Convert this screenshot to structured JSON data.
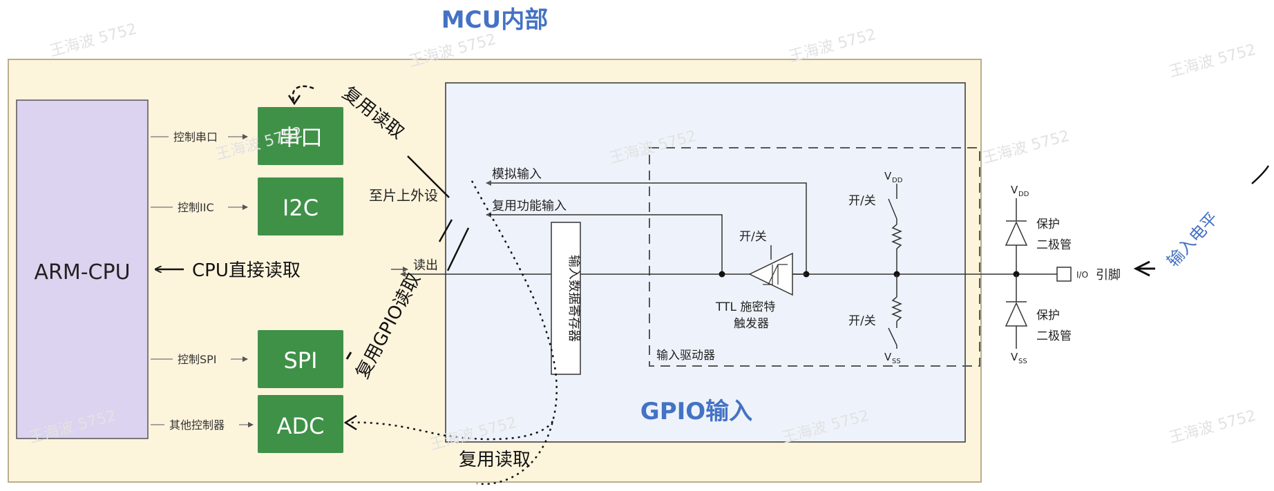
{
  "title": "MCU内部",
  "watermark": "王海波 5752",
  "cpu": {
    "label": "ARM-CPU"
  },
  "controls": [
    {
      "label": "控制串口"
    },
    {
      "label": "控制IIC"
    },
    {
      "label": "控制SPI"
    },
    {
      "label": "其他控制器"
    }
  ],
  "peripherals": [
    {
      "label": "串口"
    },
    {
      "label": "I2C"
    },
    {
      "label": "SPI"
    },
    {
      "label": "ADC"
    }
  ],
  "cpu_read": "CPU直接读取",
  "readout": "读出",
  "onchip": "至片上外设",
  "reuse_read": "复用读取",
  "reuse_gpio_read": "复用GPIO读取",
  "gpio": {
    "title": "GPIO输入",
    "analog_in": "模拟输入",
    "alt_func_in": "复用功能输入",
    "input_data_reg": "输入数据寄存器",
    "schmitt": "TTL 施密特",
    "schmitt2": "触发器",
    "onoff": "开/关",
    "driver": "输入驱动器",
    "vdd": "V",
    "vdd_sub": "DD",
    "vss": "V",
    "vss_sub": "SS"
  },
  "protect": {
    "l1": "保护",
    "l2": "二极管"
  },
  "io_pin": {
    "io": "I/O",
    "label": "引脚"
  },
  "input_level": "输入电平",
  "colors": {
    "mcu_bg": "#fdf4dc",
    "gpio_bg": "#eef3fb",
    "green": "#3f9147",
    "cpu_bg": "#dcd3f0",
    "blue_text": "#4472c4"
  }
}
